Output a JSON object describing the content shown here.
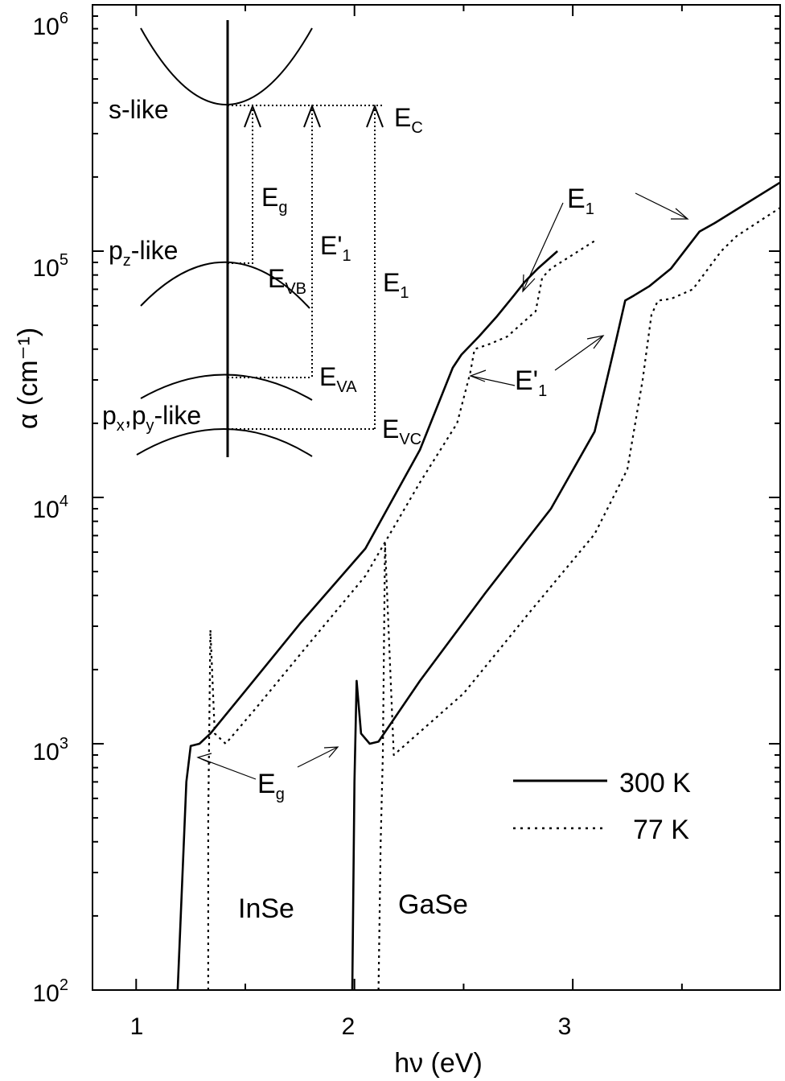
{
  "chart_data": {
    "type": "line",
    "title": "",
    "xlabel": "hν (eV)",
    "ylabel": "α (cm⁻¹)",
    "xlim": [
      0.8,
      3.95
    ],
    "ylim": [
      100,
      1000000
    ],
    "yscale": "log",
    "x_ticks": [
      "1",
      "2",
      "3"
    ],
    "y_ticks": [
      {
        "base": "10",
        "exp": "2"
      },
      {
        "base": "10",
        "exp": "3"
      },
      {
        "base": "10",
        "exp": "4"
      },
      {
        "base": "10",
        "exp": "5"
      },
      {
        "base": "10",
        "exp": "6"
      }
    ],
    "grid": false,
    "legend": {
      "position": "bottom-right",
      "entries": [
        {
          "label": "300 K",
          "style": "solid"
        },
        {
          "label": "77 K",
          "style": "dotted"
        }
      ]
    },
    "series": [
      {
        "material": "InSe",
        "temperature": "300 K",
        "style": "solid",
        "x": [
          1.19,
          1.23,
          1.25,
          1.29,
          1.34,
          1.5,
          1.75,
          2.05,
          2.3,
          2.45,
          2.49,
          2.57,
          2.65,
          2.73,
          2.78,
          2.84,
          2.93
        ],
        "y": [
          100,
          700,
          980,
          1000,
          1100,
          1640,
          3070,
          6200,
          15600,
          33600,
          38000,
          45000,
          54000,
          66000,
          75000,
          85000,
          100000
        ]
      },
      {
        "material": "InSe",
        "temperature": "77 K",
        "style": "dotted",
        "x": [
          1.33,
          1.33,
          1.34,
          1.36,
          1.41,
          1.55,
          1.8,
          2.05,
          2.3,
          2.47,
          2.53,
          2.55,
          2.62,
          2.7,
          2.83,
          2.86,
          2.9,
          3.1
        ],
        "y": [
          100,
          500,
          2900,
          1100,
          1000,
          1400,
          2600,
          4800,
          11500,
          20000,
          32000,
          40000,
          42000,
          45000,
          57000,
          78000,
          85000,
          110000
        ]
      },
      {
        "material": "GaSe",
        "temperature": "300 K",
        "style": "solid",
        "x": [
          1.99,
          2.0,
          2.01,
          2.03,
          2.07,
          2.11,
          2.3,
          2.6,
          2.9,
          3.1,
          3.2,
          3.24,
          3.28,
          3.35,
          3.45,
          3.58,
          3.65,
          3.95
        ],
        "y": [
          100,
          700,
          1800,
          1100,
          1000,
          1020,
          1800,
          4100,
          9000,
          18500,
          44000,
          63000,
          66000,
          72000,
          85000,
          120000,
          130000,
          190000
        ]
      },
      {
        "material": "GaSe",
        "temperature": "77 K",
        "style": "dotted",
        "x": [
          2.11,
          2.12,
          2.13,
          2.14,
          2.18,
          2.21,
          2.5,
          2.8,
          3.1,
          3.25,
          3.32,
          3.36,
          3.39,
          3.45,
          3.55,
          3.68,
          3.75,
          3.95
        ],
        "y": [
          100,
          400,
          900,
          6500,
          900,
          950,
          1600,
          3400,
          7100,
          13000,
          30000,
          55000,
          63000,
          64000,
          70000,
          100000,
          115000,
          150000
        ]
      }
    ],
    "annotations": {
      "E1": {
        "label": "E",
        "sub": "1"
      },
      "E1prime": {
        "label": "E'",
        "sub": "1"
      },
      "Eg": {
        "label": "E",
        "sub": "g"
      },
      "InSe": "InSe",
      "GaSe": "GaSe"
    },
    "inset": {
      "band_labels": {
        "s": "s-like",
        "pz": {
          "pre": "p",
          "sub": "z",
          "post": "-like"
        },
        "pxy": {
          "p1": "p",
          "s1": "x",
          "mid": ",p",
          "s2": "y",
          "post": "-like"
        }
      },
      "levels": {
        "Ec": {
          "label": "E",
          "sub": "C"
        },
        "Evb": {
          "label": "E",
          "sub": "VB"
        },
        "Eva": {
          "label": "E",
          "sub": "VA"
        },
        "Evc": {
          "label": "E",
          "sub": "VC"
        }
      },
      "transitions": {
        "Eg": {
          "label": "E",
          "sub": "g"
        },
        "E1prime": {
          "label": "E'",
          "sub": "1"
        },
        "E1": {
          "label": "E",
          "sub": "1"
        }
      }
    }
  }
}
